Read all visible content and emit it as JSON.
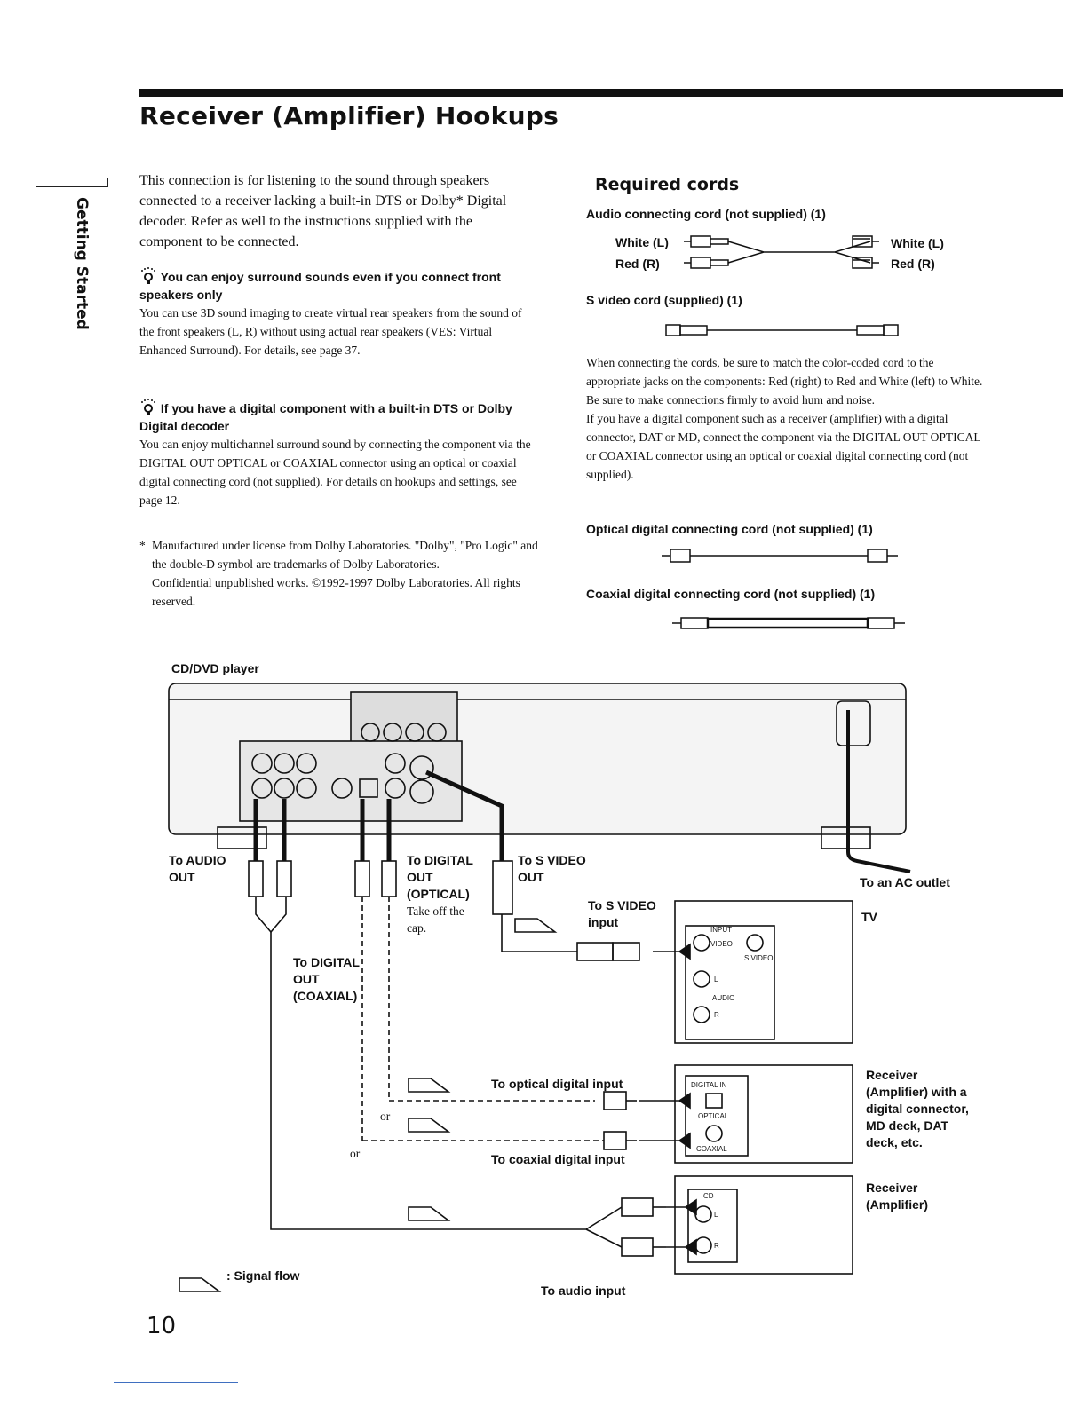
{
  "header": {
    "title": "Receiver (Amplifier) Hookups"
  },
  "side_tab": {
    "label": "Getting Started"
  },
  "intro": "This connection is for listening to the sound through speakers connected to a receiver lacking a built-in DTS or Dolby* Digital decoder. Refer as well to the instructions supplied with the component to be connected.",
  "tips": [
    {
      "heading": "You can enjoy surround sounds even if you connect front speakers only",
      "body": "You can use 3D sound imaging to create virtual rear speakers from the sound of the front speakers (L, R) without using actual rear speakers (VES: Virtual Enhanced Surround). For details, see page 37."
    },
    {
      "heading": "If you have a digital component with a built-in DTS or Dolby Digital decoder",
      "body": "You can enjoy multichannel surround sound by connecting the component via the DIGITAL OUT OPTICAL or COAXIAL connector using an optical or coaxial digital connecting cord (not supplied). For details on hookups and settings, see page 12."
    }
  ],
  "footnote": {
    "mark": "*",
    "line1": "Manufactured under license from Dolby Laboratories. \"Dolby\", \"Pro Logic\" and the double-D symbol are trademarks of Dolby Laboratories.",
    "line2": "Confidential unpublished works. ©1992-1997 Dolby Laboratories. All rights reserved."
  },
  "required_cords": {
    "title": "Required cords",
    "audio_cord": "Audio connecting cord (not supplied) (1)",
    "white_l": "White (L)",
    "red_r": "Red (R)",
    "svideo_cord": "S video cord (supplied) (1)",
    "paragraph1": "When connecting the cords, be sure to match the color-coded cord to the appropriate jacks on the components: Red (right) to Red and White (left) to White. Be sure to make connections firmly to avoid hum and noise.",
    "paragraph2": "If you have a digital component such as a receiver (amplifier) with a digital connector, DAT or MD, connect the component via the DIGITAL OUT OPTICAL or COAXIAL connector using an optical or coaxial digital connecting cord (not supplied).",
    "optical_cord": "Optical digital connecting cord (not supplied) (1)",
    "coaxial_cord": "Coaxial digital connecting cord (not supplied) (1)"
  },
  "diagram": {
    "player_label": "CD/DVD player",
    "to_audio_out": "To AUDIO OUT",
    "to_digital_out_optical": "To DIGITAL OUT (OPTICAL)",
    "take_off_cap": "Take off the cap.",
    "to_s_video_out": "To S VIDEO OUT",
    "to_s_video_input": "To S VIDEO input",
    "to_ac_outlet": "To an AC outlet",
    "tv_label": "TV",
    "to_digital_out_coaxial": "To DIGITAL OUT (COAXIAL)",
    "to_optical_input": "To optical digital input",
    "or_1": "or",
    "or_2": "or",
    "to_coaxial_input": "To coaxial digital input",
    "receiver_digital": "Receiver (Amplifier) with a digital connector, MD deck, DAT deck, etc.",
    "receiver": "Receiver (Amplifier)",
    "to_audio_input": "To audio input",
    "signal_flow": ": Signal flow",
    "tv_panel": {
      "input": "INPUT",
      "video": "VIDEO",
      "s_video": "S VIDEO",
      "audio": "AUDIO",
      "l": "L",
      "r": "R"
    },
    "digital_panel": {
      "digital_in": "DIGITAL IN",
      "optical": "OPTICAL",
      "coaxial": "COAXIAL"
    },
    "cd_panel": {
      "cd": "CD",
      "l": "L",
      "r": "R"
    }
  },
  "page_number": "10"
}
